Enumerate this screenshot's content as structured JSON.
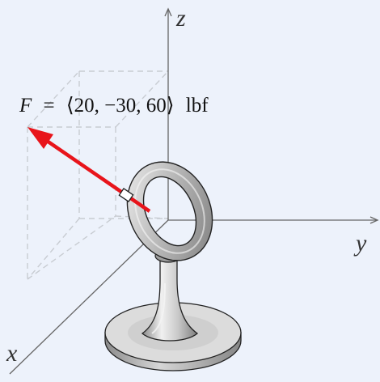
{
  "axes": {
    "x_label": "x",
    "y_label": "y",
    "z_label": "z"
  },
  "force": {
    "symbol": "F",
    "equals": "=",
    "components": [
      20,
      -30,
      60
    ],
    "expression": "⟨20, −30, 60⟩",
    "unit": "lbf",
    "color": "#e8141b"
  },
  "colors": {
    "background": "#edf2fb",
    "axis": "#666666",
    "guide_box": "#c8ccd2",
    "metal_light": "#eeeeee",
    "metal_mid": "#b9b9b9",
    "metal_dark": "#7a7a7a"
  }
}
